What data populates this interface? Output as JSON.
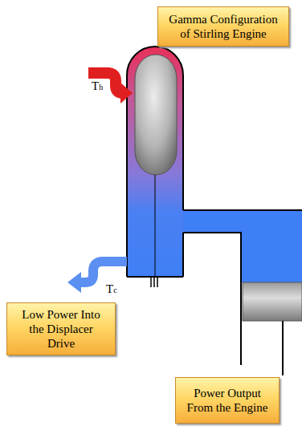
{
  "diagram": {
    "nodes": [
      {
        "text": [
          "Gamma Configuration of Stirling Engine"
        ]
      },
      {
        "text": [
          "Low Power Into the Displacer Drive"
        ]
      },
      {
        "text": [
          "Power Output From the Engine"
        ]
      }
    ],
    "labels": [
      "Th",
      "Tc"
    ]
  }
}
